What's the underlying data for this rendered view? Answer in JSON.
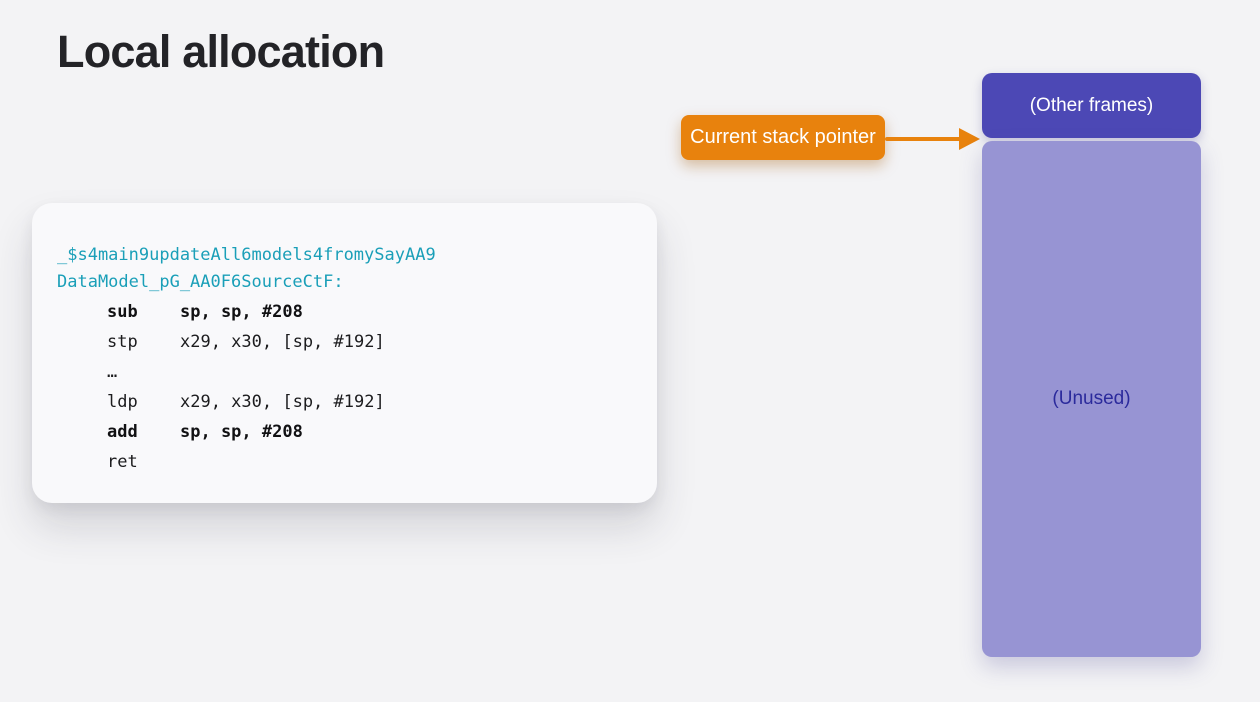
{
  "page": {
    "background_color": "#f3f3f5"
  },
  "title": "Local allocation",
  "code_card": {
    "symbol_line1": "_$s4main9updateAll6models4fromySayAA9",
    "symbol_line2": "DataModel_pG_AA0F6SourceCtF:",
    "symbol_color": "#1a9fb8",
    "lines": [
      {
        "mnemonic": "sub",
        "operands": "sp, sp, #208",
        "emphasis": true
      },
      {
        "mnemonic": "stp",
        "operands": "x29, x30, [sp, #192]",
        "emphasis": false
      },
      {
        "mnemonic": "…",
        "operands": "",
        "emphasis": false
      },
      {
        "mnemonic": "ldp",
        "operands": "x29, x30, [sp, #192]",
        "emphasis": false
      },
      {
        "mnemonic": "add",
        "operands": "sp, sp, #208",
        "emphasis": true
      },
      {
        "mnemonic": "ret",
        "operands": "",
        "emphasis": false
      }
    ]
  },
  "callout": {
    "label": "Current stack pointer",
    "background_color": "#e8820d",
    "text_color": "#ffffff",
    "arrow": "right-arrow"
  },
  "stack_diagram": {
    "other_frames": {
      "label": "(Other frames)",
      "background_color": "#4c48b5",
      "text_color": "#ffffff"
    },
    "unused": {
      "label": "(Unused)",
      "background_color": "#9794d3",
      "text_color": "#2b2a9c"
    }
  }
}
